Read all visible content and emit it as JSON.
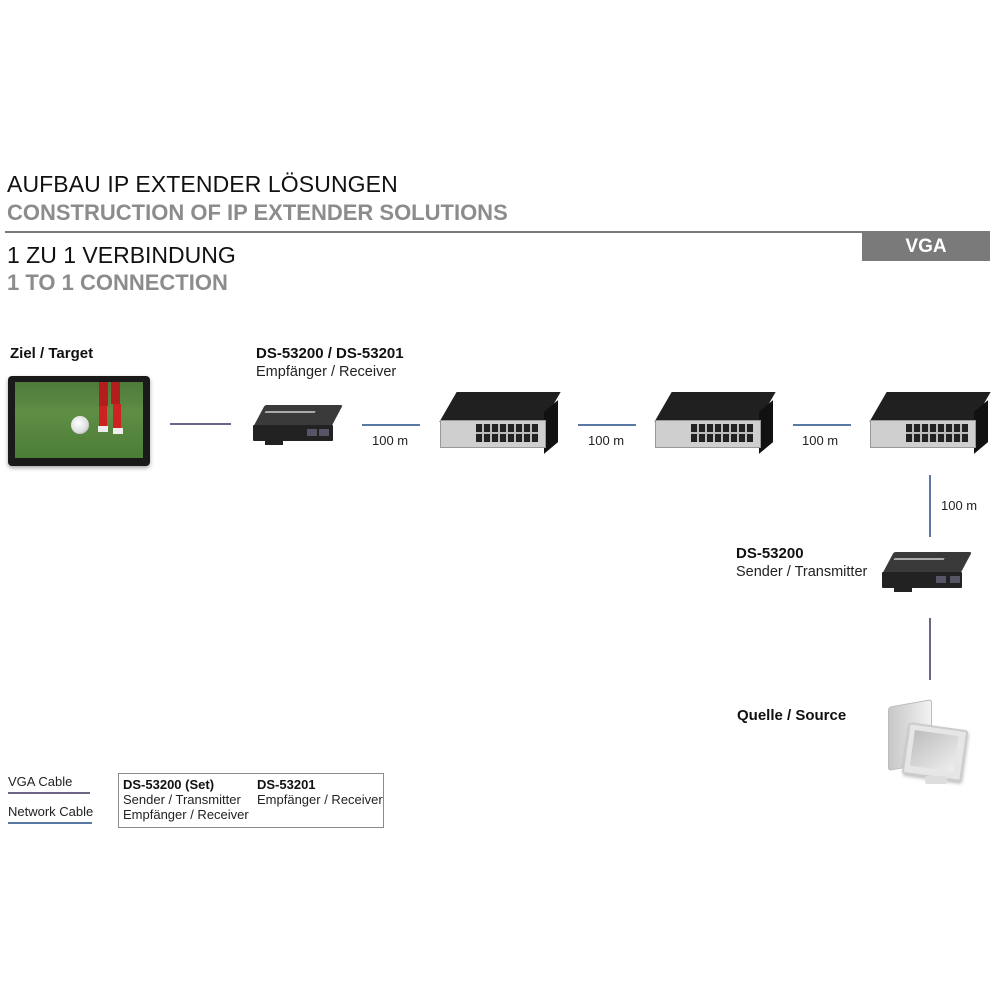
{
  "header": {
    "title_de": "AUFBAU IP EXTENDER LÖSUNGEN",
    "title_en": "CONSTRUCTION OF IP EXTENDER SOLUTIONS",
    "badge": "VGA",
    "subtitle_de": "1 ZU 1 VERBINDUNG",
    "subtitle_en": "1 TO 1 CONNECTION"
  },
  "colors": {
    "vga_cable": "#6d6486",
    "network_cable": "#5b7aa3",
    "badge_bg": "#7a7a7a",
    "subtitle_gray": "#8c8c8c"
  },
  "diagram": {
    "target": {
      "label": "Ziel / Target",
      "icon": "monitor-icon"
    },
    "receiver": {
      "model": "DS-53200 / DS-53201",
      "role": "Empfänger / Receiver",
      "icon": "extender-icon"
    },
    "switches": [
      {
        "icon": "network-switch-icon"
      },
      {
        "icon": "network-switch-icon"
      },
      {
        "icon": "network-switch-icon"
      }
    ],
    "distances": [
      "100 m",
      "100 m",
      "100 m",
      "100 m"
    ],
    "transmitter": {
      "model": "DS-53200",
      "role": "Sender / Transmitter",
      "icon": "extender-icon"
    },
    "source": {
      "label": "Quelle / Source",
      "icon": "pc-icon"
    }
  },
  "legend": {
    "vga_cable": "VGA Cable",
    "network_cable": "Network Cable",
    "products": [
      {
        "model": "DS-53200 (Set)",
        "lines": [
          "Sender / Transmitter",
          "Empfänger / Receiver"
        ]
      },
      {
        "model": "DS-53201",
        "lines": [
          "Empfänger / Receiver"
        ]
      }
    ]
  }
}
